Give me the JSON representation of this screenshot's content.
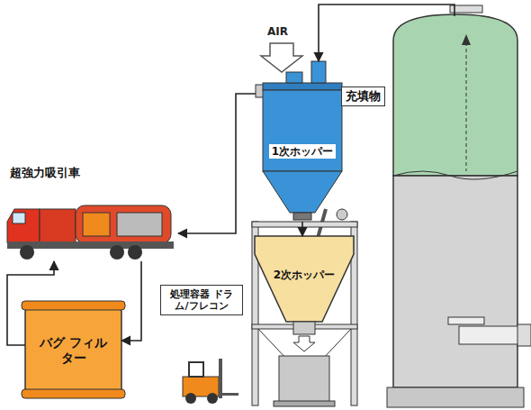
{
  "diagram": {
    "nodes": [
      {
        "text": [
          "充填物"
        ]
      },
      {
        "text": [
          "1次ホッパー"
        ]
      },
      {
        "text": [
          "超強力吸引車"
        ]
      },
      {
        "text": [
          "バグ フィルター"
        ]
      },
      {
        "text": [
          "2次ホッパー"
        ]
      },
      {
        "text": [
          "処理容器 ドラム/フレコン"
        ]
      }
    ],
    "edges": [
      {
        "from": 0,
        "to": 1,
        "arrow": "to"
      },
      {
        "from": 1,
        "to": 2,
        "arrow": "to"
      },
      {
        "from": 2,
        "to": 3,
        "arrow": "to"
      },
      {
        "from": 3,
        "to": 2,
        "arrow": "to"
      },
      {
        "from": 1,
        "to": 4,
        "arrow": "to"
      }
    ],
    "labels": [
      "AIR"
    ]
  }
}
